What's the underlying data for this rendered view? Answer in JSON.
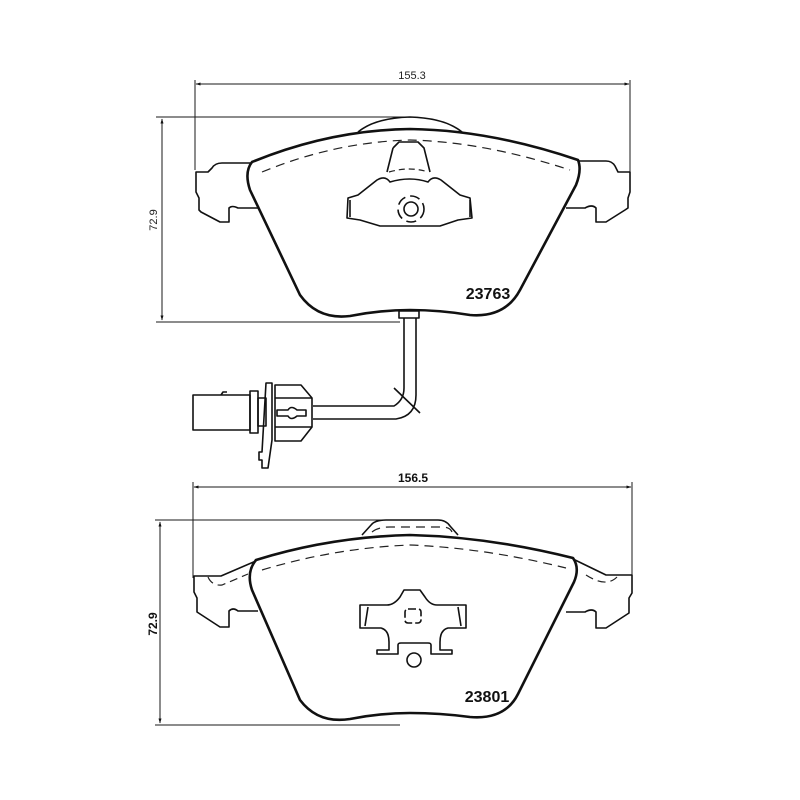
{
  "drawing": {
    "top_pad": {
      "part_number": "23763",
      "width_dimension": "155.3",
      "height_dimension": "72.9",
      "has_wear_sensor": true
    },
    "bottom_pad": {
      "part_number": "23801",
      "width_dimension": "156.5",
      "height_dimension": "72.9",
      "has_wear_sensor": false
    }
  },
  "colors": {
    "line": "#111111",
    "background": "#ffffff"
  }
}
